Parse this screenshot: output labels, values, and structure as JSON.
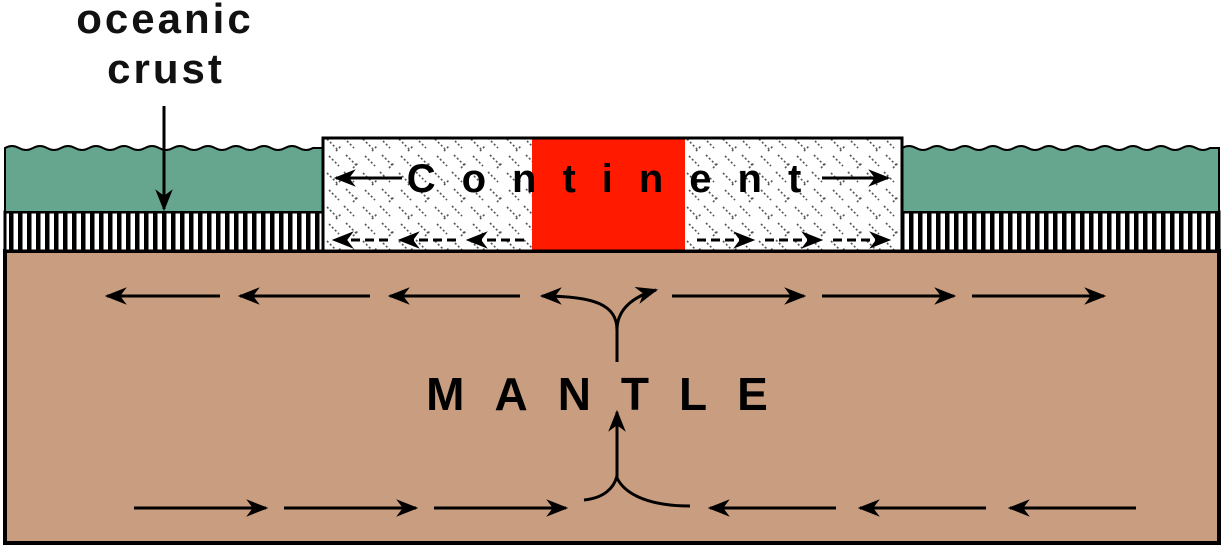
{
  "labels": {
    "oceanic_crust_line1": "oceanic",
    "oceanic_crust_line2": "crust",
    "continent": "Continent",
    "mantle": "MANTLE"
  },
  "colors": {
    "ocean": "#66a58e",
    "mantle": "#c99d80",
    "rift": "#ff1a00",
    "continent_bg": "#ffffff",
    "outline": "#000000"
  }
}
